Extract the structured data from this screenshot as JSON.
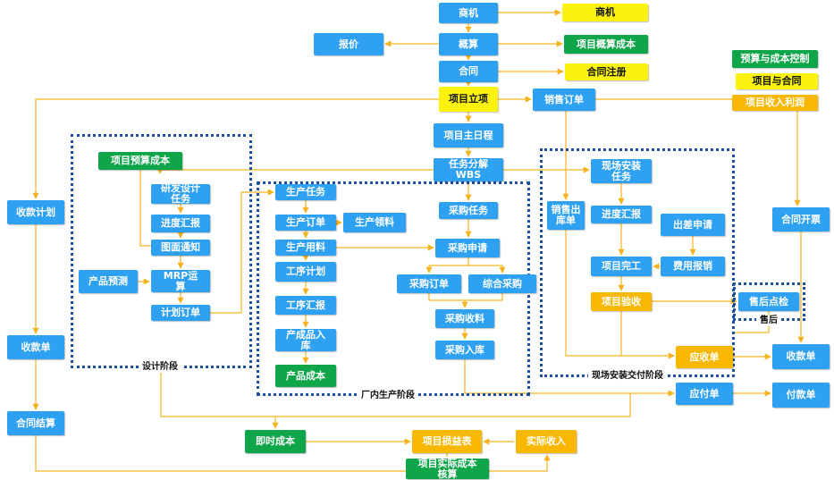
{
  "colors": {
    "blue": "#2ea1f2",
    "green": "#0fa64a",
    "yellow": "#fbf30d",
    "orange": "#f8b701",
    "line": "#f5b31d",
    "zone_border": "#1d4f9f"
  },
  "legend": {
    "budget_cost_control": "预算与成本控制",
    "project_and_contract": "项目与合同",
    "project_income_profit": "项目收入利润"
  },
  "zones": {
    "design": "设计阶段",
    "factory": "厂内生产阶段",
    "onsite": "现场安装交付阶段",
    "after_sales": "售后"
  },
  "nodes": {
    "opportunity": "商机",
    "opportunity_y": "商机",
    "quotation": "报价",
    "estimate": "概算",
    "estimate_cost": "项目概算成本",
    "contract": "合同",
    "contract_reg": "合同注册",
    "project_setup": "项目立项",
    "sales_order": "销售订单",
    "master_schedule": "项目主日程",
    "wbs": "任务分解\nWBS",
    "budget_cost": "项目预算成本",
    "rd_task": "研发设计\n任务",
    "design_progress": "进度汇报",
    "drawing_notice": "图面通知",
    "product_forecast": "产品预测",
    "mrp": "MRP运\n算",
    "plan_order": "计划订单",
    "prod_task": "生产任务",
    "prod_order": "生产订单",
    "prod_material": "生产领料",
    "prod_bom": "生产用料",
    "process_plan": "工序计划",
    "process_report": "工序汇报",
    "product_in": "产成品入\n库",
    "product_cost": "产品成本",
    "purchase_task": "采购任务",
    "purchase_request": "采购申请",
    "purchase_order": "采购订单",
    "combined_purchase": "综合采购",
    "purchase_receive": "采购收料",
    "purchase_in": "采购入库",
    "sales_out": "销售出\n库单",
    "onsite_task": "现场安装\n任务",
    "onsite_progress": "进度汇报",
    "travel_apply": "出差申请",
    "project_done": "项目完工",
    "expense": "费用报销",
    "project_accept": "项目验收",
    "after_sales_check": "售后点检",
    "receivable": "应收单",
    "payable": "应付单",
    "collect_plan": "收款计划",
    "receipt": "收款单",
    "contract_settle": "合同结算",
    "invoice": "合同开票",
    "receipt2": "收款单",
    "payment": "付款单",
    "instant_cost": "即时成本",
    "pl_report": "项目损益表",
    "actual_income": "实际收入",
    "actual_cost": "项目实际成本\n核算"
  }
}
